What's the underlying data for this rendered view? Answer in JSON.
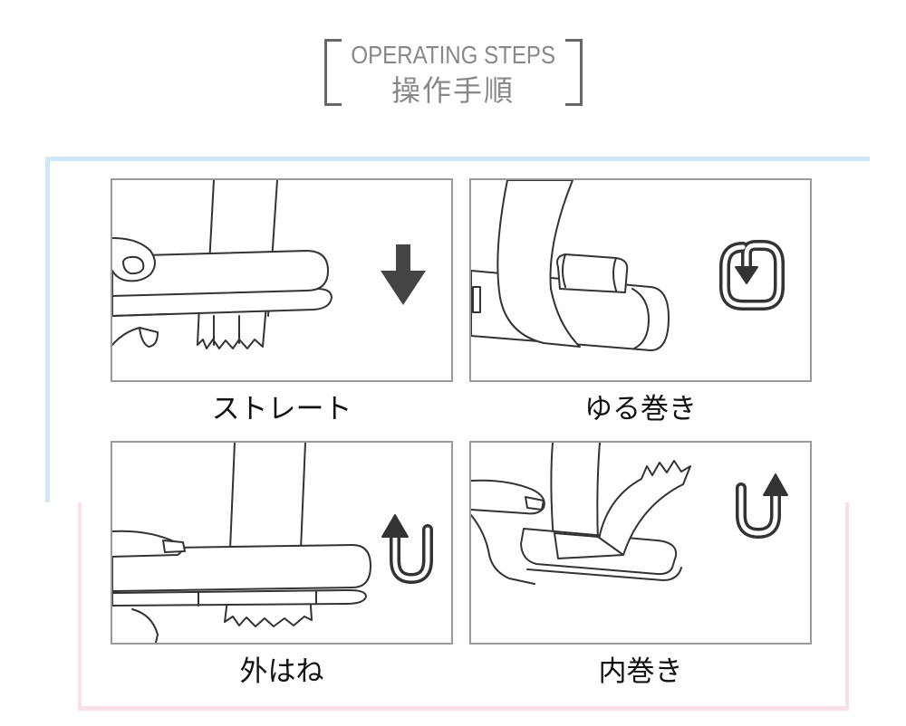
{
  "header": {
    "title_en": "OPERATING STEPS",
    "title_ja": "操作手順"
  },
  "steps": [
    {
      "label": "ストレート",
      "arrow_icon": "down-arrow-icon"
    },
    {
      "label": "ゆる巻き",
      "arrow_icon": "loop-arrow-icon"
    },
    {
      "label": "外はね",
      "arrow_icon": "u-turn-up-left-arrow-icon"
    },
    {
      "label": "内巻き",
      "arrow_icon": "u-turn-up-right-arrow-icon"
    }
  ],
  "colors": {
    "frame_blue": "#cfe7f6",
    "frame_pink": "#f9e0e8",
    "panel_border": "#9a9a9a",
    "arrow": "#3a3a3a",
    "label_text": "#111111",
    "header_text": "#888888"
  }
}
